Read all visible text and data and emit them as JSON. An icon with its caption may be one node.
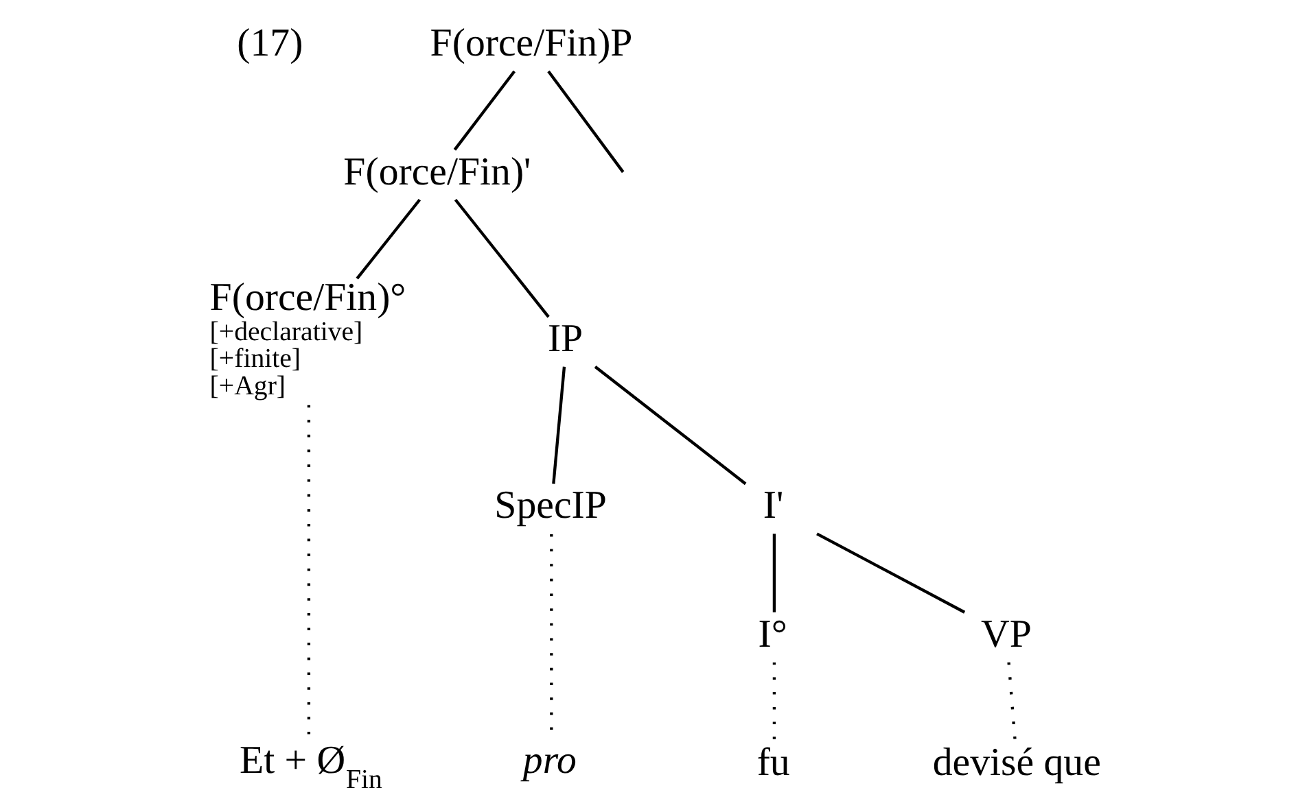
{
  "diagram": {
    "nodes": [
      {
        "text": [
          "F(orce/Fin)P"
        ]
      },
      {
        "text": [
          "F(orce/Fin)'"
        ]
      },
      {
        "text": [
          "F(orce/Fin)°"
        ],
        "beside": [
          "[+declarative]",
          "[+finite]",
          "[+Agr]"
        ]
      },
      {
        "text": [
          "IP"
        ]
      },
      {
        "text": [
          "SpecIP"
        ]
      },
      {
        "text": [
          "I'"
        ]
      },
      {
        "text": [
          "I°"
        ]
      },
      {
        "text": [
          "VP"
        ]
      },
      {
        "text": [
          "Et + Ø$_{Fin}$"
        ]
      },
      {
        "text": [
          "pro"
        ]
      },
      {
        "text": [
          "fu"
        ]
      },
      {
        "text": [
          "devisé que"
        ]
      }
    ],
    "edges": [
      {
        "from": 0,
        "to": null,
        "arrow": "none"
      },
      {
        "from": 0,
        "to": 1,
        "arrow": "none"
      },
      {
        "from": 1,
        "to": 2,
        "arrow": "none"
      },
      {
        "from": 1,
        "to": 3,
        "arrow": "none"
      },
      {
        "from": 3,
        "to": 4,
        "arrow": "none"
      },
      {
        "from": 3,
        "to": 5,
        "arrow": "none"
      },
      {
        "from": 5,
        "to": 6,
        "arrow": "none"
      },
      {
        "from": 5,
        "to": 7,
        "arrow": "none"
      },
      {
        "from": 2,
        "to": 8,
        "arrow": "none",
        "style": "dashed"
      },
      {
        "from": 4,
        "to": 9,
        "arrow": "none",
        "style": "dashed"
      },
      {
        "from": 6,
        "to": 10,
        "arrow": "none",
        "style": "dashed"
      },
      {
        "from": 7,
        "to": 11,
        "arrow": "none",
        "style": "dashed"
      }
    ],
    "labels": [
      "(17)"
    ]
  }
}
